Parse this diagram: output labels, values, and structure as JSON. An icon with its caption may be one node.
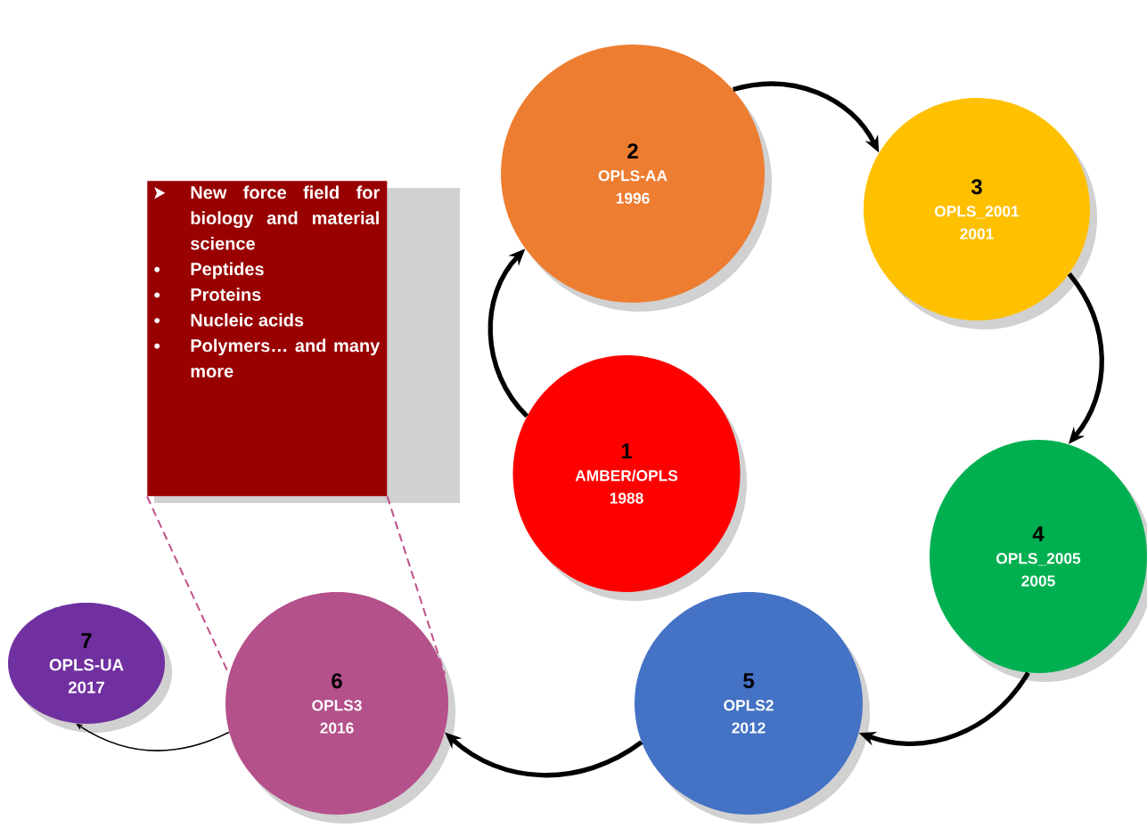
{
  "diagram": {
    "nodes": [
      {
        "text": [
          "1",
          "AMBER/OPLS",
          "1988"
        ]
      },
      {
        "text": [
          "2",
          "OPLS-AA",
          "1996"
        ]
      },
      {
        "text": [
          "3",
          "OPLS_2001",
          "2001"
        ]
      },
      {
        "text": [
          "4",
          "OPLS_2005",
          "2005"
        ]
      },
      {
        "text": [
          "5",
          "OPLS2",
          "2012"
        ]
      },
      {
        "text": [
          "6",
          "OPLS3",
          "2016"
        ]
      },
      {
        "text": [
          "7",
          "OPLS-UA",
          "2017"
        ]
      },
      {
        "text": [
          "New force field for biology and material science",
          "Peptides",
          "Proteins",
          "Nucleic acids",
          "Polymers… and many more"
        ]
      }
    ],
    "edges": [
      {
        "from": 0,
        "to": 1,
        "arrow": "to"
      },
      {
        "from": 1,
        "to": 2,
        "arrow": "to"
      },
      {
        "from": 2,
        "to": 3,
        "arrow": "to"
      },
      {
        "from": 3,
        "to": 4,
        "arrow": "to"
      },
      {
        "from": 4,
        "to": 5,
        "arrow": "to"
      },
      {
        "from": 5,
        "to": 6,
        "arrow": "to"
      },
      {
        "from": 7,
        "to": 5,
        "arrow": "none",
        "style": "dashed",
        "color": "#c0508a"
      },
      {
        "from": 7,
        "to": 5,
        "arrow": "none",
        "style": "dashed",
        "color": "#c0508a"
      }
    ]
  }
}
